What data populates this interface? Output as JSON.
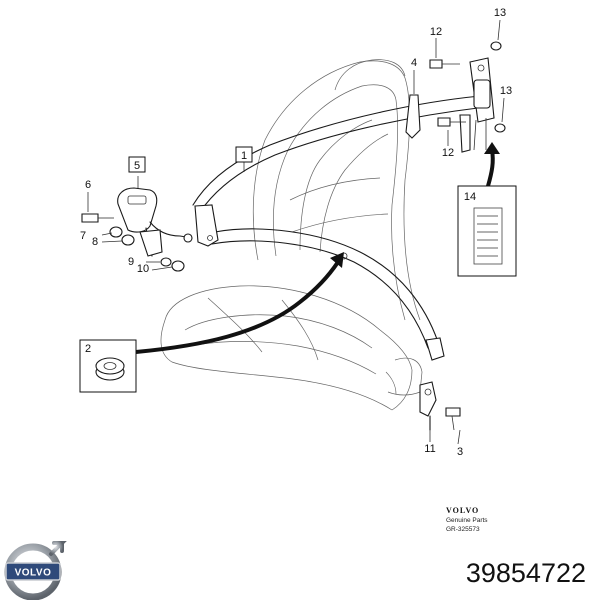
{
  "callouts": {
    "c1": "1",
    "c2": "2",
    "c3": "3",
    "c4": "4",
    "c5": "5",
    "c6": "6",
    "c7": "7",
    "c8": "8",
    "c9": "9",
    "c10": "10",
    "c11": "11",
    "c12a": "12",
    "c12b": "12",
    "c13a": "13",
    "c13b": "13",
    "c14": "14"
  },
  "brand_block": {
    "brand": "VOLVO",
    "line1": "Genuine Parts",
    "line2": "GR-325573"
  },
  "logo": {
    "word": "VOLVO"
  },
  "part_number": "39854722",
  "colors": {
    "ink": "#1a1a1a",
    "background": "#ffffff",
    "logo_metal": "#8a8f96",
    "logo_band": "#2f4a7a"
  }
}
